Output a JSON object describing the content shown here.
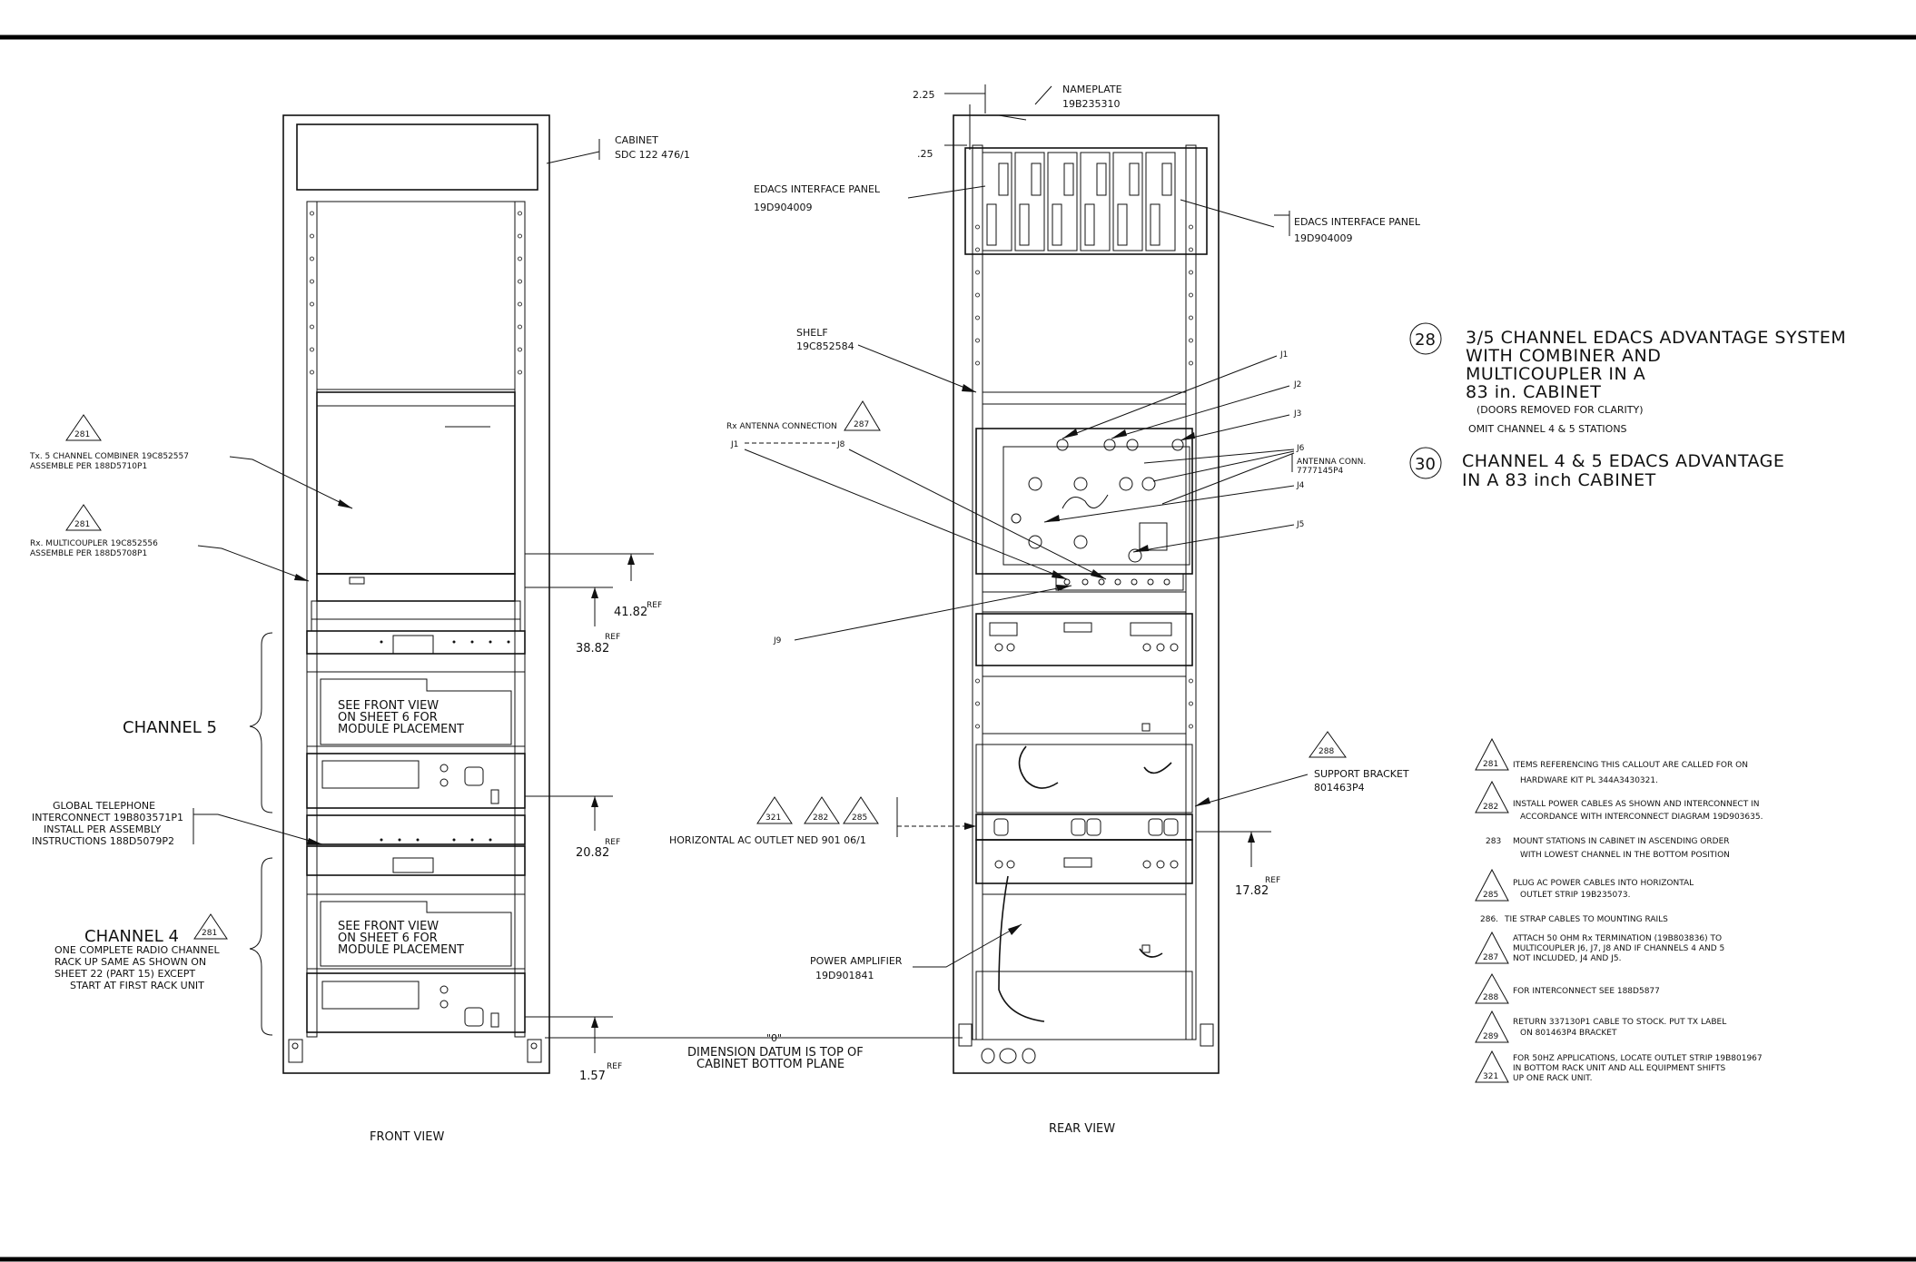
{
  "front_view": {
    "title": "FRONT VIEW",
    "cabinet_label": "CABINET",
    "cabinet_part": "SDC 122 476/1",
    "combiner_label": "Tx. 5 CHANNEL COMBINER 19C852557",
    "combiner_assemble": "ASSEMBLE PER 188D5710P1",
    "multicoupler_label": "Rx. MULTICOUPLER 19C852556",
    "multicoupler_assemble": "ASSEMBLE PER 188D5708P1",
    "callout_281": "281",
    "channel5_label": "CHANNEL 5",
    "channel4_label": "CHANNEL 4",
    "module_note_l1": "SEE FRONT VIEW",
    "module_note_l2": "ON SHEET 6 FOR",
    "module_note_l3": "MODULE PLACEMENT",
    "global_tel_l1": "GLOBAL TELEPHONE",
    "global_tel_l2": "INTERCONNECT 19B803571P1",
    "global_tel_l3": "INSTALL PER ASSEMBLY",
    "global_tel_l4": "INSTRUCTIONS 188D5079P2",
    "ch4_note_l1": "ONE COMPLETE RADIO CHANNEL",
    "ch4_note_l2": "RACK UP SAME AS SHOWN ON",
    "ch4_note_l3": "SHEET 22 (PART 15) EXCEPT",
    "ch4_note_l4": "START AT FIRST RACK UNIT",
    "dim_4182": "41.82",
    "dim_3882": "38.82",
    "dim_2082": "20.82",
    "dim_157": "1.57",
    "ref": "REF",
    "datum": "\"0\"",
    "datum_note_l1": "DIMENSION DATUM IS TOP OF",
    "datum_note_l2": "CABINET BOTTOM PLANE"
  },
  "rear_view": {
    "title": "REAR VIEW",
    "dim_225": "2.25",
    "dim_25": ".25",
    "nameplate_label": "NAMEPLATE",
    "nameplate_part": "19B235310",
    "edacs_left_label": "EDACS INTERFACE PANEL",
    "edacs_left_part": "19D904009",
    "edacs_right_label": "EDACS INTERFACE PANEL",
    "edacs_right_part": "19D904009",
    "shelf_label": "SHELF",
    "shelf_part": "19C852584",
    "rx_ant_label": "Rx ANTENNA CONNECTION",
    "callout_287": "287",
    "j1": "J1",
    "j2": "J2",
    "j3": "J3",
    "j4": "J4",
    "j5": "J5",
    "j6": "J6",
    "j8": "J8",
    "j9": "J9",
    "ant_conn_label": "ANTENNA CONN.",
    "ant_conn_part": "7777145P4",
    "support_label": "SUPPORT BRACKET",
    "support_part": "801463P4",
    "callout_288": "288",
    "callout_321": "321",
    "callout_282": "282",
    "callout_285": "285",
    "outlet_label": "HORIZONTAL AC OUTLET NED 901 06/1",
    "pa_label": "POWER AMPLIFIER",
    "pa_part": "19D901841",
    "dim_1782": "17.82",
    "ref": "REF"
  },
  "legend": {
    "item28_num": "28",
    "item28_l1": "3/5 CHANNEL EDACS ADVANTAGE SYSTEM",
    "item28_l2": "WITH COMBINER AND",
    "item28_l3": "MULTICOUPLER IN A",
    "item28_l4": "83 in. CABINET",
    "item28_l5": "(DOORS REMOVED FOR CLARITY)",
    "item28_l6": "OMIT CHANNEL 4 & 5 STATIONS",
    "item30_num": "30",
    "item30_l1": "CHANNEL 4 & 5 EDACS ADVANTAGE",
    "item30_l2": "IN A 83 inch CABINET"
  },
  "notes": [
    {
      "num": "281",
      "l1": "ITEMS REFERENCING THIS CALLOUT ARE CALLED FOR ON",
      "l2": "HARDWARE KIT PL 344A3430321."
    },
    {
      "num": "282",
      "l1": "INSTALL POWER CABLES AS SHOWN AND INTERCONNECT IN",
      "l2": "ACCORDANCE WITH INTERCONNECT DIAGRAM 19D903635."
    },
    {
      "num": "283",
      "l1": "MOUNT STATIONS IN CABINET IN ASCENDING ORDER",
      "l2": "WITH LOWEST CHANNEL IN THE BOTTOM POSITION"
    },
    {
      "num": "285",
      "l1": "PLUG AC POWER CABLES INTO HORIZONTAL",
      "l2": "OUTLET STRIP 19B235073."
    },
    {
      "num": "286.",
      "l1": "TIE STRAP CABLES TO MOUNTING RAILS",
      "l2": ""
    },
    {
      "num": "287",
      "l1": "ATTACH 50 OHM Rx TERMINATION (19B803836) TO",
      "l2": "MULTICOUPLER J6, J7, J8 AND IF CHANNELS 4 AND 5",
      "l3": "NOT INCLUDED, J4 AND J5."
    },
    {
      "num": "288",
      "l1": "FOR INTERCONNECT SEE 188D5877",
      "l2": ""
    },
    {
      "num": "289",
      "l1": "RETURN 337130P1 CABLE TO STOCK. PUT TX LABEL",
      "l2": "ON 801463P4 BRACKET"
    },
    {
      "num": "321",
      "l1": "FOR 50HZ APPLICATIONS, LOCATE OUTLET STRIP 19B801967",
      "l2": "IN BOTTOM RACK UNIT AND ALL EQUIPMENT SHIFTS",
      "l3": "UP ONE RACK UNIT."
    }
  ]
}
